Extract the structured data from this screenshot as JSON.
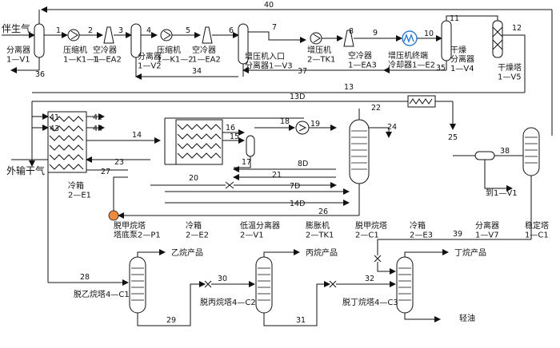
{
  "labels": {
    "feed": "伴生气",
    "v1": "分离器\n1—V1",
    "k11": "压缩机\n1—K1—1",
    "ea2a": "空冷器\n1—EA2",
    "v2": "分离器\n1—V2",
    "k12": "压缩机\n1—K1—2",
    "ea2b": "空冷器\n1—EA2",
    "v3": "增压机入口\n分离器1—V3",
    "tk1": "增压机\n2—TK1",
    "ea3": "空冷器\n1—EA3",
    "e2": "增压机终端\n冷却器1—E2",
    "v4": "干燥\n分离器\n1—V4",
    "v5": "干燥塔\n1—V5",
    "e1": "冷箱\n2—E1",
    "export": "外输干气",
    "to_v1": "到1—V1",
    "c2label": "脱乙烷塔4—C1",
    "ethane": "乙烷产品",
    "c3label": "脱丙烷塔4—C2",
    "propane": "丙烷产品",
    "c4label": "脱丁烷塔4—C3",
    "butane": "丁烷产品",
    "oil": "轻油"
  },
  "bottom_equipment": [
    {
      "name": "脱甲烷塔\n塔底泵2—P1"
    },
    {
      "name": "冷箱\n2—E2"
    },
    {
      "name": "低温分离器\n2—V1"
    },
    {
      "name": "膨胀机\n2—TK1"
    },
    {
      "name": "脱甲烷塔\n2—C1"
    },
    {
      "name": "冷箱\n2—E3"
    },
    {
      "name": "分离器\n1—V7"
    },
    {
      "name": "稳定塔\n1—C1"
    }
  ],
  "streams": {
    "s1": "1",
    "s2": "2",
    "s3": "3",
    "s4": "4",
    "s5": "5",
    "s6": "6",
    "s7": "7",
    "s8": "8",
    "s9": "9",
    "s10": "10",
    "s11": "11",
    "s12": "12",
    "s13": "13",
    "s13d": "13D",
    "s14": "14",
    "s14d": "14D",
    "s15": "15",
    "s16": "16",
    "s17": "17",
    "s18": "18",
    "s19": "19",
    "s20": "20",
    "s21": "21",
    "s22": "22",
    "s23": "23",
    "s24": "24",
    "s25": "25",
    "s26": "26",
    "s27": "27",
    "s28": "28",
    "s29": "29",
    "s30": "30",
    "s31": "31",
    "s32": "32",
    "s34": "34",
    "s35": "35",
    "s36": "36",
    "s37": "37",
    "s38": "38",
    "s39": "39",
    "s40": "40",
    "s41": "41",
    "s42": "42",
    "s43": "43",
    "s44": "44",
    "s7d": "7D",
    "s8d": "8D"
  },
  "colors": {
    "line": "#111111",
    "pump": "#f08a3c",
    "exchanger": "#2b7bd6"
  }
}
